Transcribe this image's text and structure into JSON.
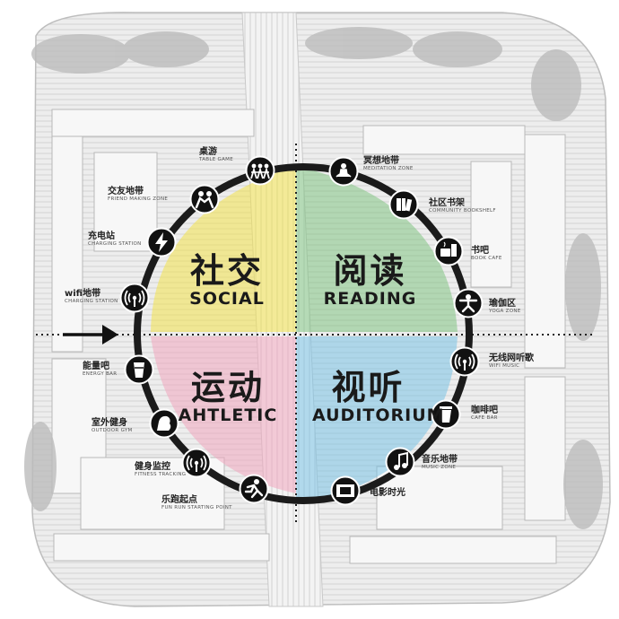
{
  "zones": {
    "social": {
      "cn": "社交",
      "en": "SOCIAL",
      "color": "#f2e24a"
    },
    "reading": {
      "cn": "阅读",
      "en": "READING",
      "color": "#78c27a"
    },
    "athletic": {
      "cn": "运动",
      "en": "AHTLETIC",
      "color": "#f0a6bd"
    },
    "auditorium": {
      "cn": "视听",
      "en": "AUDITORIUM",
      "color": "#6fc0e6"
    }
  },
  "stations": [
    {
      "id": "meditation",
      "cn": "冥想地带",
      "en": "MEDITATION ZONE",
      "icon": "meditation-icon"
    },
    {
      "id": "community-bookshelf",
      "cn": "社区书架",
      "en": "COMMUNITY BOOKSHELF",
      "icon": "bookshelf-icon"
    },
    {
      "id": "book-cafe",
      "cn": "书吧",
      "en": "BOOK CAFE",
      "icon": "book-cafe-icon"
    },
    {
      "id": "yoga",
      "cn": "瑜伽区",
      "en": "YOGA ZONE",
      "icon": "yoga-icon"
    },
    {
      "id": "wifi-music",
      "cn": "无线网听歌",
      "en": "WIFI MUSIC",
      "icon": "wifi-signal-icon"
    },
    {
      "id": "cafe-bar",
      "cn": "咖啡吧",
      "en": "CAFE BAR",
      "icon": "coffee-cup-icon"
    },
    {
      "id": "music-zone",
      "cn": "音乐地带",
      "en": "MUSIC ZONE",
      "icon": "music-note-icon"
    },
    {
      "id": "movie",
      "cn": "电影时光",
      "en": "",
      "icon": "film-strip-icon"
    },
    {
      "id": "fun-run",
      "cn": "乐跑起点",
      "en": "FUN RUN STARTING POINT",
      "icon": "runner-icon"
    },
    {
      "id": "fitness-tracking",
      "cn": "健身监控",
      "en": "FITNESS TRACKING",
      "icon": "wifi-signal-icon"
    },
    {
      "id": "outdoor-gym",
      "cn": "室外健身",
      "en": "OUTDOOR GYM",
      "icon": "bicep-icon"
    },
    {
      "id": "energy-bar",
      "cn": "能量吧",
      "en": "ENERGY BAR",
      "icon": "cup-icon"
    },
    {
      "id": "wifi-charging",
      "cn": "wifi地带",
      "en": "CHARGING STATION",
      "icon": "wifi-signal-icon"
    },
    {
      "id": "charging",
      "cn": "充电站",
      "en": "CHARGING STATION",
      "icon": "lightning-icon"
    },
    {
      "id": "friend-making",
      "cn": "交友地带",
      "en": "FRIEND MAKING ZONE",
      "icon": "friends-icon"
    },
    {
      "id": "table-game",
      "cn": "桌游",
      "en": "TABLE GAME",
      "icon": "group-people-icon"
    }
  ]
}
